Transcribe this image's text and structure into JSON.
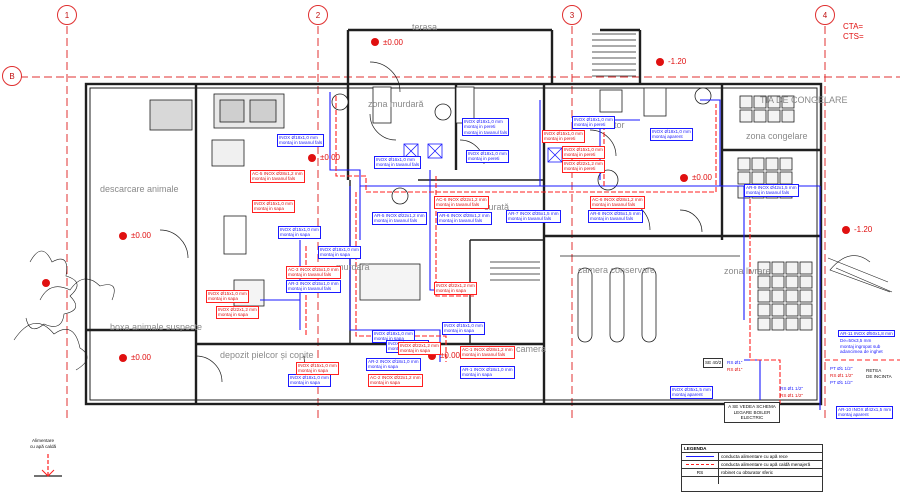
{
  "grid": {
    "numbers": [
      "1",
      "2",
      "3",
      "4"
    ],
    "letter": "B"
  },
  "levels": {
    "terrace": "±0.00",
    "minus": "-1.20",
    "center": "±0.00",
    "right_center": "±0.00",
    "left": "±0.00",
    "bottom_left": "±0.00",
    "bottom_center": "±0.00",
    "right_minus": "-1.20"
  },
  "top_right_codes": [
    "CTA=",
    "CTS="
  ],
  "rooms": {
    "terasa": "terasa",
    "zona_murdara": "zona murdară",
    "descarcare": "descarcare animale",
    "depozit_congelare": "TIA DE CONGELARE",
    "zona_congelare": "zona congelare",
    "tor": "tor",
    "curata": "curată",
    "camera_conservare": "camera conservare",
    "zona_livrare": "zona livrare",
    "boxa": "boxa animale suspecte",
    "depozit_pielcor": "depozit pielcor și copite",
    "murdara_small": "murdară",
    "camera_small": "camera"
  },
  "annotations_blue": [
    [
      "INOX Ø18x1,0 mm",
      "montaj in pereti",
      "montaj in tavanul fals"
    ],
    [
      "INOX Ø18x1,0 mm",
      "montaj in pereti"
    ],
    [
      "INOX Ø18x1,0 mm",
      "montaj aparent"
    ],
    [
      "INOX Ø18x1,0 mm",
      "montaj in tavanul fals"
    ],
    [
      "INOX Ø16x1,0 mm",
      "montaj in tavanul fals"
    ],
    [
      "AR-5 INOX Ø22x1,2 mm",
      "montaj in tavanul fals"
    ],
    [
      "AR-6 INOX Ø28x1,2 mm",
      "montaj in tavanul fals"
    ],
    [
      "AR-7 INOX Ø35x1,5 mm",
      "montaj in tavanul fals"
    ],
    [
      "AR-8 INOX Ø35x1,5 mm",
      "montaj in tavanul fals"
    ],
    [
      "AR-9 INOX Ø42x1,5 mm",
      "montaj in tavanul fals"
    ],
    [
      "INOX Ø18x1,0 mm",
      "montaj in pereti"
    ],
    [
      "INOX Ø15x1,0 mm",
      "montaj in sapa"
    ],
    [
      "INOX Ø18x1,0 mm",
      "montaj in sapa"
    ],
    [
      "AR-3 INOX Ø15x1,0 mm",
      "montaj in tavanul fals"
    ],
    [
      "INOX Ø15x1,0 mm",
      "montaj in sapa"
    ],
    [
      "INOX Ø18x1,0 mm",
      "montaj in sapa"
    ],
    [
      "INOX Ø22x1,2 mm",
      "montaj in sapa"
    ],
    [
      "AR-2 INOX Ø18x1,0 mm",
      "montaj in sapa"
    ],
    [
      "AR-1 INOX Ø18x1,0 mm",
      "montaj in sapa"
    ],
    [
      "INOX Ø18x1,0 mm",
      "montaj in sapa"
    ],
    [
      "INOX Ø35x1,5 mm",
      "montaj aparent"
    ],
    [
      "AR-11 INOX Ø50x1,8 mm"
    ],
    [
      "AR-10 INOX Ø42x1,5 mm",
      "montaj aparent"
    ]
  ],
  "annotations_red": [
    [
      "INOX Ø15x1,0 mm",
      "montaj in pereti"
    ],
    [
      "INOX Ø15x1,0 mm",
      "montaj in pereti"
    ],
    [
      "INOX Ø22x1,2 mm",
      "montaj in pereti"
    ],
    [
      "AC-5 INOX Ø28x1,2 mm",
      "montaj in tavanul fals"
    ],
    [
      "AC-6 INOX Ø22x1,2 mm",
      "montaj in tavanul fals"
    ],
    [
      "AC-6 INOX Ø28x1,2 mm",
      "montaj in tavanul fals"
    ],
    [
      "INOX Ø15x1,0 mm",
      "montaj in sapa"
    ],
    [
      "AC-3 INOX Ø15x1,0 mm",
      "montaj in tavanul fals"
    ],
    [
      "INOX Ø15x1,0 mm",
      "montaj in sapa"
    ],
    [
      "INOX Ø22x1,2 mm",
      "montaj in sapa"
    ],
    [
      "INOX Ø22x1,2 mm",
      "montaj in sapa"
    ],
    [
      "AC-1 INOX Ø28x1,2 mm",
      "montaj in tavanul fals"
    ],
    [
      "AC-2 INOX Ø22x1,2 mm",
      "montaj in sapa"
    ],
    [
      "INOX Ø22x1,2 mm",
      "montaj in sapa"
    ],
    [
      "INOX Ø15x1,0 mm",
      "montaj in sapa"
    ]
  ],
  "side_note": [
    "AR-11 INOX Ø50x1,8 mm",
    "De=50x3,5 mm",
    "montaj ingropat sub",
    "adancimea de inghet"
  ],
  "valve_labels": [
    "RS Ø1\"",
    "RS Ø1\"",
    "RS Ø1 1/2\"",
    "RS Ø1 1/2\"",
    "SE 40/2",
    "PT Ø1 1/2\"",
    "RS Ø1 1/2\"",
    "PT Ø1 1/2\""
  ],
  "boiler_note": [
    "A SE VEDEA SCHEMA",
    "LEGARE BOILER",
    "ELECTRIC"
  ],
  "incinta_note": [
    "RETEA",
    "DE INCINTA"
  ],
  "bottom_label": [
    "Alimentare",
    "cu apă caldă"
  ],
  "legend": {
    "title": "LEGENDA",
    "rows": [
      {
        "type": "blue",
        "text": "conducta alimentare cu apă rece"
      },
      {
        "type": "red",
        "text": "conducta alimentare cu apă caldă menajeră"
      },
      {
        "type": "code",
        "code": "RS",
        "text": "robinet cu obturator sferic"
      },
      {
        "type": "blank",
        "text": ""
      }
    ]
  },
  "colors": {
    "cold_water": "#1a1aff",
    "hot_water": "#ff2020",
    "walls": "#1f1f1f",
    "grid_axis": "#e03030"
  }
}
